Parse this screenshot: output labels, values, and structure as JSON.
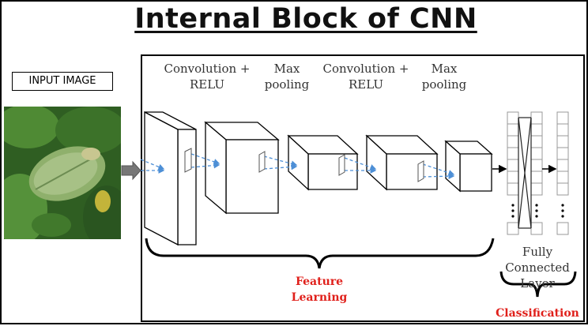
{
  "title": "Internal Block of CNN",
  "input_label": "INPUT IMAGE",
  "stages": [
    {
      "label": "Convolution +\nRELU"
    },
    {
      "label": "Max\npooling"
    },
    {
      "label": "Convolution +\nRELU"
    },
    {
      "label": "Max\npooling"
    }
  ],
  "fc_label": "Fully Connected\nLayer",
  "feature_learning": {
    "line1": "Feature",
    "line2": "Learning"
  },
  "classification": "Classification",
  "colors": {
    "accent_red": "#e0201b",
    "dashed_arrow": "#4d8fd6",
    "leaf_green": "#3f7a2a"
  }
}
